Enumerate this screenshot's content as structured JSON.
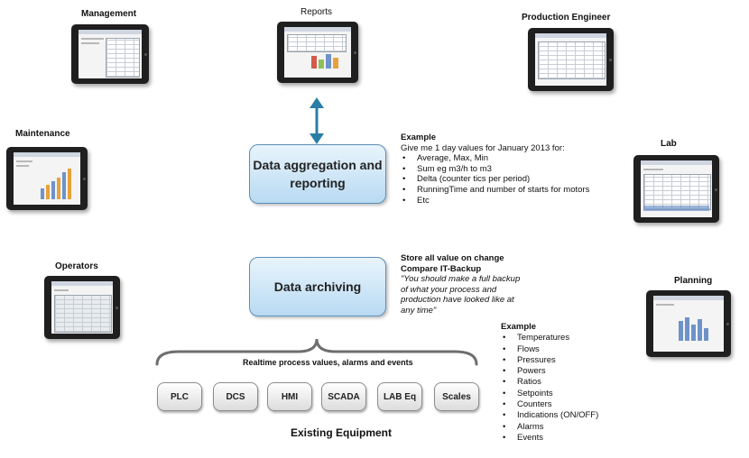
{
  "devices": {
    "management": "Management",
    "reports": "Reports",
    "production_engineer": "Production Engineer",
    "maintenance": "Maintenance",
    "lab": "Lab",
    "operators": "Operators",
    "planning": "Planning"
  },
  "aggregation_box": {
    "line1": "Data aggregation and",
    "line2": "reporting"
  },
  "archiving_box": {
    "label": "Data archiving"
  },
  "aggregation_example": {
    "title": "Example",
    "intro": "Give me 1 day values for January 2013 for:",
    "items": [
      "Average, Max, Min",
      "Sum eg m3/h to m3",
      "Delta (counter tics per period)",
      "RunningTime and number of starts for motors",
      "Etc"
    ]
  },
  "archiving_note": {
    "line1": "Store all value on change",
    "line2": "Compare IT-Backup",
    "quote": [
      "\"You should make a full backup",
      "of what your process and",
      "production have looked like at",
      "any time\""
    ]
  },
  "realtime_label": "Realtime process values, alarms and events",
  "equipment": [
    "PLC",
    "DCS",
    "HMI",
    "SCADA",
    "LAB Eq",
    "Scales"
  ],
  "existing_label": "Existing Equipment",
  "values_example": {
    "title": "Example",
    "items": [
      "Temperatures",
      "Flows",
      "Pressures",
      "Powers",
      "Ratios",
      "Setpoints",
      "Counters",
      "Indications (ON/OFF)",
      "Alarms",
      "Events"
    ]
  },
  "colors": {
    "arrow": "#2a7ea6",
    "box_border": "#5d8fb8",
    "box_fill": "#cfe7f8"
  }
}
